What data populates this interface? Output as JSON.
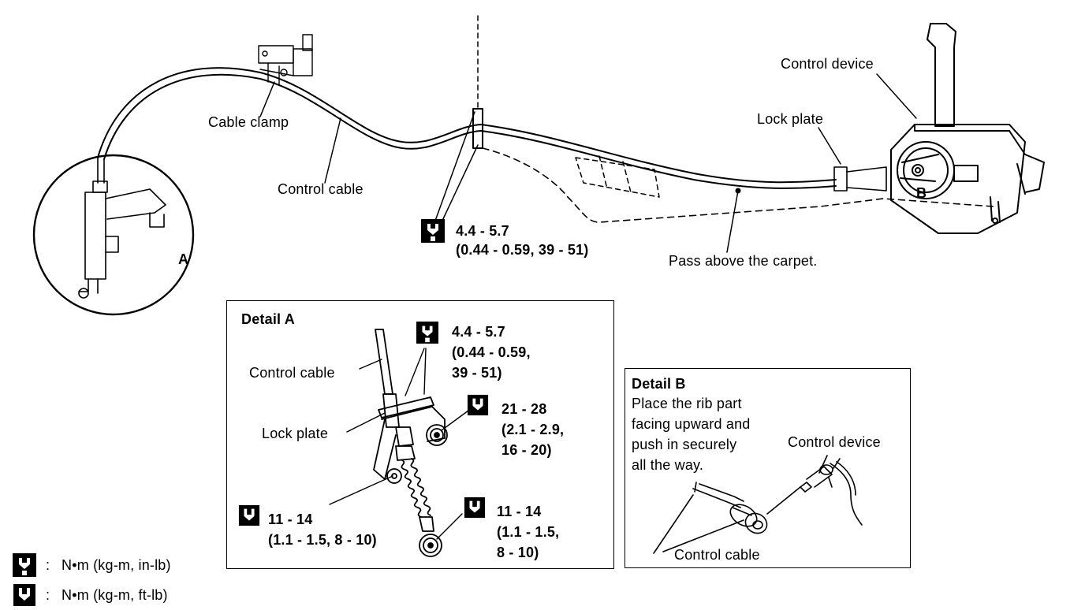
{
  "labels": {
    "control_device": "Control device",
    "lock_plate": "Lock plate",
    "cable_clamp": "Cable clamp",
    "control_cable": "Control cable",
    "pass_above": "Pass above the carpet.",
    "marker_a": "A",
    "marker_b": "B"
  },
  "main_torque": {
    "line1": "4.4 - 5.7",
    "line2": "(0.44 - 0.59, 39 - 51)"
  },
  "detail_a": {
    "title": "Detail A",
    "control_cable": "Control cable",
    "lock_plate": "Lock plate",
    "torque_top": [
      "4.4 - 5.7",
      "(0.44 - 0.59,",
      "39 - 51)"
    ],
    "torque_right": [
      "21 - 28",
      "(2.1 - 2.9,",
      "16 - 20)"
    ],
    "torque_left": [
      "11 - 14",
      "(1.1 - 1.5, 8 - 10)"
    ],
    "torque_bottom": [
      "11 - 14",
      "(1.1 - 1.5,",
      "8 - 10)"
    ]
  },
  "detail_b": {
    "title": "Detail B",
    "note": [
      "Place the rib part",
      "facing upward and",
      "push in securely",
      "all the way."
    ],
    "control_device": "Control device",
    "control_cable": "Control cable"
  },
  "legend": [
    {
      "icon": "torque-wrench-icon",
      "sep": ":",
      "text": "N•m  (kg-m,  in-lb)"
    },
    {
      "icon": "torque-wrench-open-icon",
      "sep": ":",
      "text": "N•m  (kg-m,  ft-lb)"
    }
  ]
}
